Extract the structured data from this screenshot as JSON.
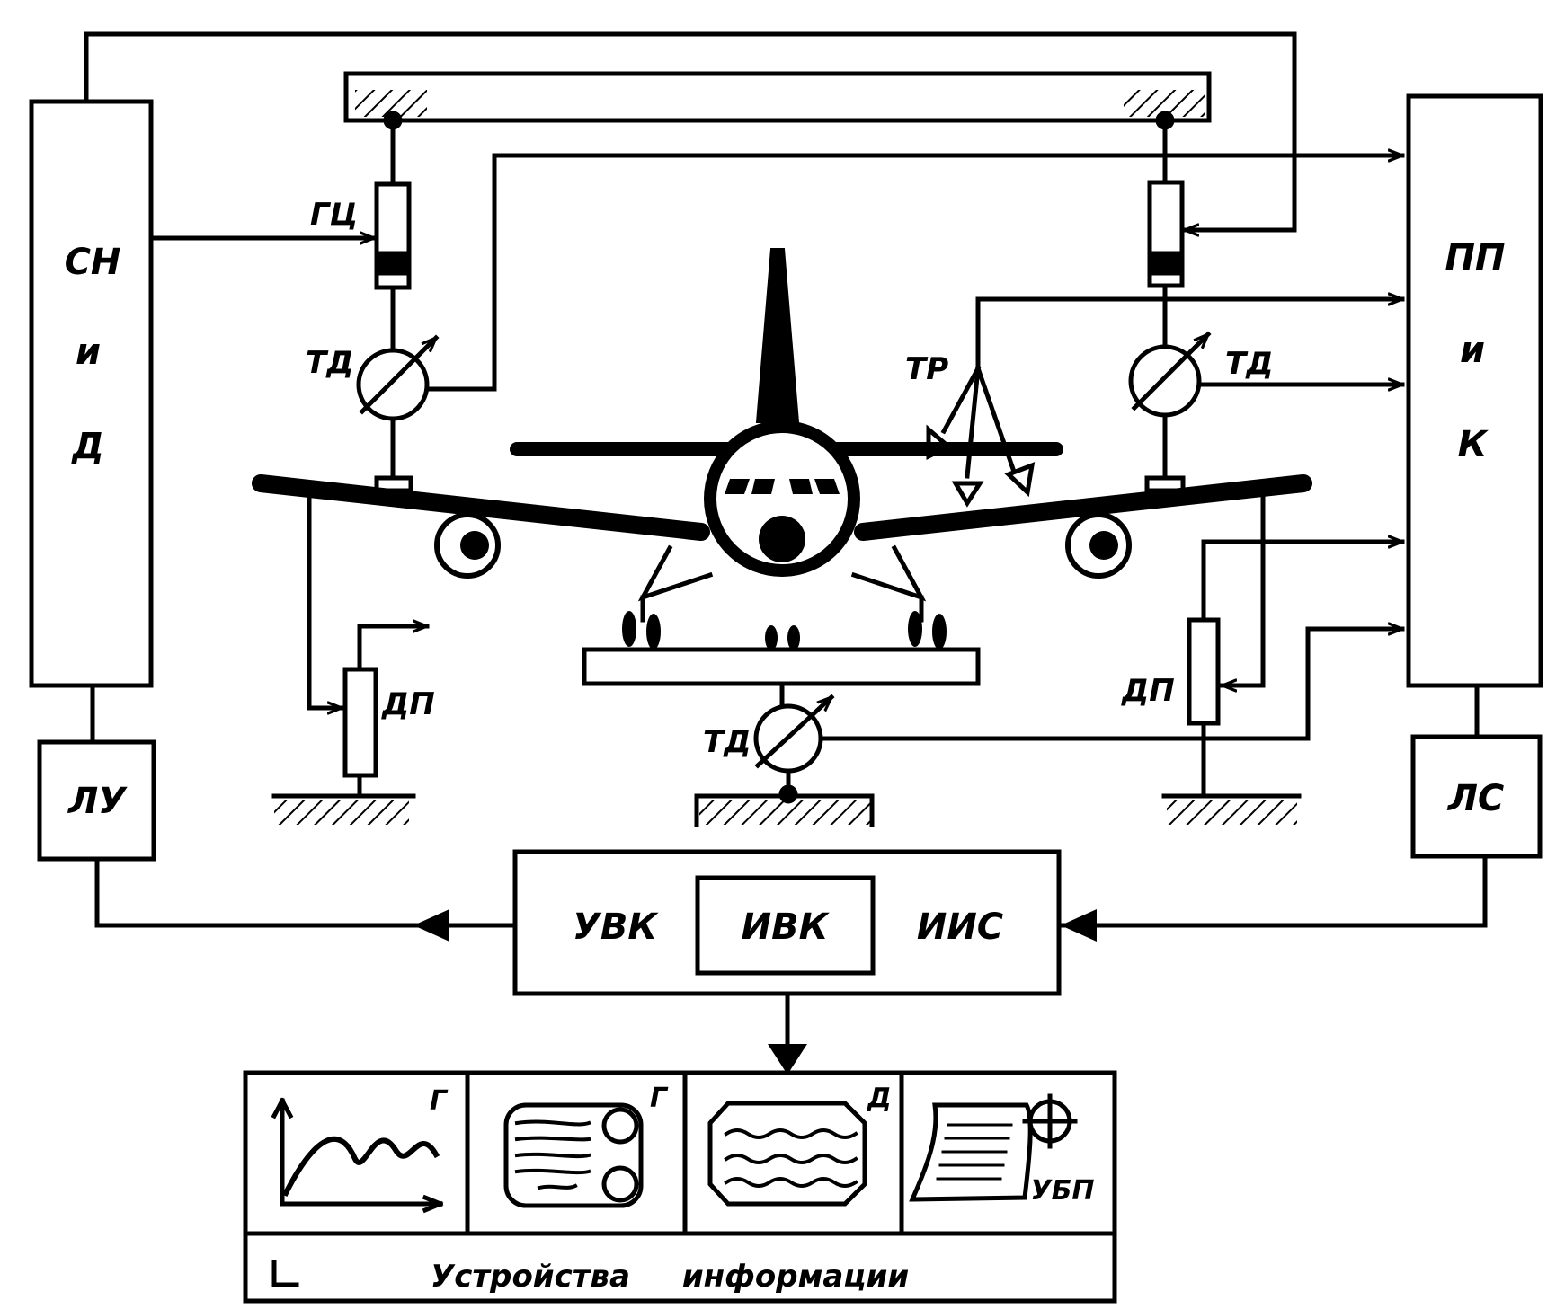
{
  "left_rack": {
    "line1": "СН",
    "line2": "и",
    "line3": "Д"
  },
  "right_rack": {
    "line1": "ПП",
    "line2": "и",
    "line3": "К"
  },
  "lu_box": "ЛУ",
  "ls_box": "ЛС",
  "gts_label": "ГЦ",
  "td_left_label": "ТД",
  "td_right_label": "ТД",
  "td_bottom_label": "ТД",
  "tr_label": "ТР",
  "dp_left_label": "ДП",
  "dp_right_label": "ДП",
  "computer": {
    "left": "УВК",
    "center": "ИВК",
    "right": "ИИС"
  },
  "devices": {
    "g1": "Г",
    "g2": "Г",
    "d": "Д",
    "ubp": "УБП",
    "caption_word1": "Устройства",
    "caption_word2": "информации"
  }
}
